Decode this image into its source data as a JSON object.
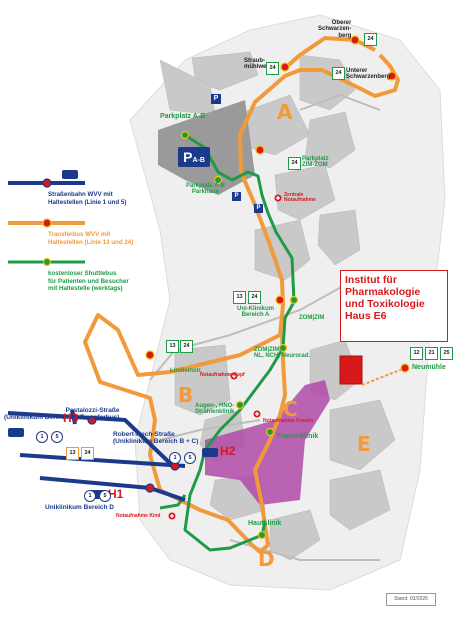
{
  "colors": {
    "tram": "#1b3a8c",
    "transferbus": "#f29a3a",
    "shuttle": "#1f9a47",
    "accent": "#d7191c",
    "building": "#c9c9c9",
    "highlight_buildings": "#b04aa8"
  },
  "legend": {
    "tram": {
      "line1": "Straßenbahn WVV mit",
      "line2": "Haltestellen (Linie 1 und 5)",
      "icon": "tram-icon"
    },
    "transferbus": {
      "line1": "Transferbus WVV mit",
      "line2": "Haltestellen (Linie 13 und 24)"
    },
    "shuttle": {
      "line1": "kostenloser Shuttlebus",
      "line2": "für Patienten und Besucher",
      "line3": "mit Haltestelle (werktags)"
    }
  },
  "institute": {
    "line1": "Institut für",
    "line2": "Pharmakologie",
    "line3": "und Toxikologie",
    "line4": "Haus E6"
  },
  "areas": {
    "A": "A",
    "B": "B",
    "C": "C",
    "D": "D",
    "E": "E"
  },
  "tram_stops": {
    "h1": "H1",
    "h2": "H2",
    "h3": "H3"
  },
  "parking": {
    "main": "P",
    "sub": "A-B",
    "small": "P"
  },
  "stops": {
    "oberer_schwarzenberg": {
      "line1": "Oberer",
      "line2": "Schwarzen-",
      "line3": "berg",
      "bus": "24"
    },
    "straubmuehlweg": {
      "line1": "Straub-",
      "line2": "mühlweg",
      "bus": "24"
    },
    "unterer_schwarzenberg": {
      "line1": "Unterer",
      "line2": "Schwarzenberg",
      "bus": "24"
    },
    "parkplatz_ab": {
      "text": "Parkplatz A-B"
    },
    "parkplatz_ab_parkhaus": {
      "line1": "Parkplatz A-B",
      "line2": "Parkhaus"
    },
    "parkplatz_zim": {
      "line1": "Parkplatz",
      "line2": "ZIM-ZOM",
      "bus": "24"
    },
    "uni_klinikum_a": {
      "line1": "Uni-Klinikum",
      "line2": "Bereich A",
      "bus1": "13",
      "bus2": "24"
    },
    "zom_zim": {
      "text": "ZOM|ZIM"
    },
    "zom_zim_2": {
      "line1": "ZOM|ZIM,",
      "line2": "NL, NCH, Neurorad."
    },
    "lindleinstr": {
      "text": "Lindleinstr.",
      "bus1": "13",
      "bus2": "24"
    },
    "neumuehle": {
      "text": "Neumühle",
      "bus1": "12",
      "bus2": "21",
      "bus3": "25"
    },
    "augen_hno": {
      "line1": "Augen-, HNO-",
      "line2": "Strahlenklinik"
    },
    "frauenklinik": {
      "text": "Frauenklinik"
    },
    "pestalozzi": {
      "line1": "Pestalozzi-Straße",
      "line2": "(Uniklinikum Bereich A / Transferbus)",
      "tram1": "1",
      "tram2": "5",
      "bus1": "13",
      "bus2": "24"
    },
    "robert_koch": {
      "line1": "Robert-Koch-Straße",
      "line2": "(Uniklinikum Bereich B + C)",
      "tram1": "1",
      "tram2": "5"
    },
    "uniklinikum_d": {
      "text": "Uniklinikum Bereich D",
      "tram1": "1",
      "tram2": "5"
    },
    "hautklinik": {
      "text": "Hautklinik"
    }
  },
  "emergency": {
    "zentrale_line1": "Zentrale",
    "zentrale_line2": "Notaufnahme",
    "kopf": "Notaufnahme Kopf",
    "frauen": "Notaufnahme Frauen",
    "kind": "Notaufnahme Kind"
  },
  "credit": "Stand: 03/2026"
}
